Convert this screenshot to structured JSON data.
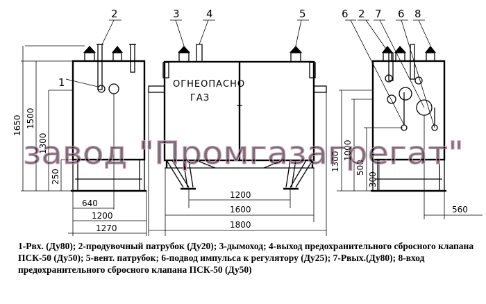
{
  "callouts": {
    "c2a": "2",
    "c3": "3",
    "c4": "4",
    "c5": "5",
    "c6a": "6",
    "c2b": "2",
    "c7": "7",
    "c6b": "6",
    "c8": "8",
    "c1": "1"
  },
  "sign": {
    "line1": "ОГНЕОПАСНО",
    "line2": "ГАЗ"
  },
  "dimensions": {
    "d1650": "1650",
    "d1500": "1500",
    "d1300a": "1300",
    "d250": "250",
    "d640": "640",
    "d1200a": "1200",
    "d1270": "1270",
    "d1200b": "1200",
    "d1600": "1600",
    "d1800": "1800",
    "d1300b": "1300",
    "d1000": "1000",
    "d500": "500",
    "d300": "300",
    "d560": "560"
  },
  "watermark": "завод \"Промгазагрегат\"",
  "legend": {
    "text": "1-Рвх. (Ду80); 2-продувочный патрубок (Ду20); 3-дымоход; 4-выход предохранительного сбросного клапана ПСК-50 (Ду50); 5-вент. патрубок; 6-подвод импульса к регулятору (Ду25); 7-Рвых.(Ду80); 8-вход предохранительного сбросного клапана ПСК-50 (Ду50)"
  }
}
